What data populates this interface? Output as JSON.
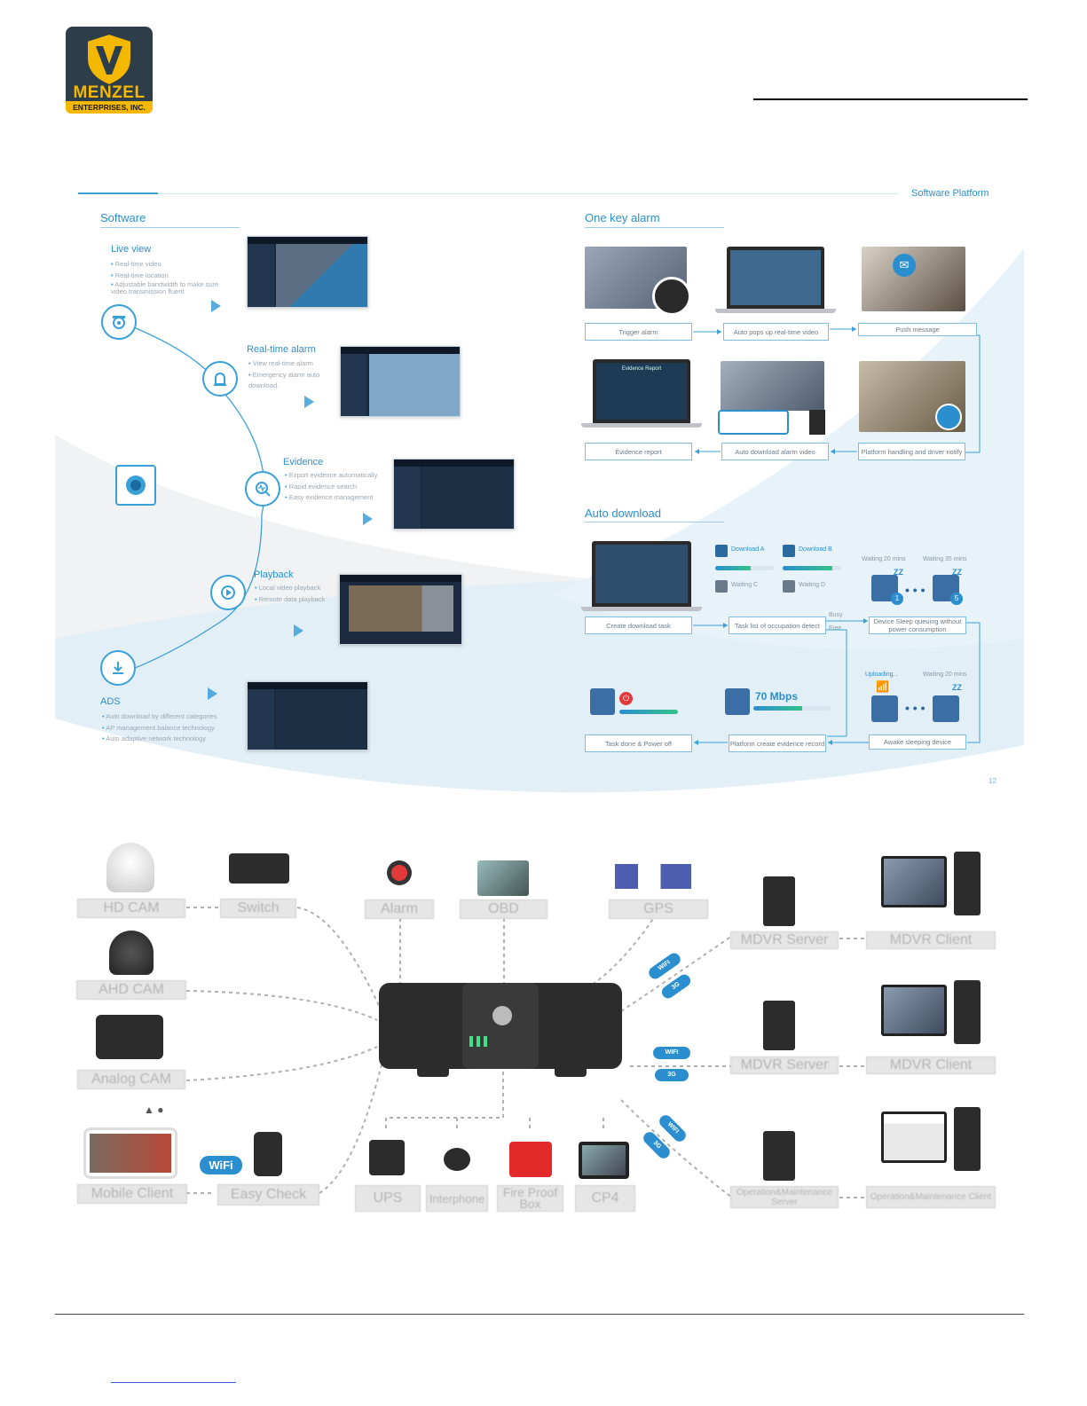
{
  "logo": {
    "name": "MENZEL",
    "sub": "ENTERPRISES, INC."
  },
  "header": {
    "section_label": "Software Platform",
    "page_number": "12"
  },
  "software": {
    "title": "Software",
    "features": [
      {
        "title": "Live view",
        "bullets": [
          "Real-time video",
          "Real-time location",
          "Adjustable bandwidth to make sure video transmission fluent"
        ]
      },
      {
        "title": "Real-time alarm",
        "bullets": [
          "View real-time alarm",
          "Emergency alarm auto download."
        ]
      },
      {
        "title": "Evidence",
        "bullets": [
          "Export evidence automatically",
          "Rapid evidence search",
          "Easy evidence management"
        ]
      },
      {
        "title": "Playback",
        "bullets": [
          "Local video playback",
          "Remote data playback"
        ]
      },
      {
        "title": "ADS",
        "bullets": [
          "Auto download by different categories",
          "AP management balance technology",
          "Auto adaptive network technology"
        ]
      }
    ]
  },
  "one_key_alarm": {
    "title": "One key alarm",
    "steps": [
      "Trigger alarm",
      "Auto pops up real-time video",
      "Push message",
      "Evidence report",
      "Auto download alarm video",
      "Platform handling and driver notify"
    ],
    "report_title": "Evidence Report"
  },
  "auto_download": {
    "title": "Auto download",
    "steps": [
      "Create download task",
      "Task list of occupation detect",
      "Device Sleep queuing without power consumption",
      "Task done & Power off",
      "Platform create evidence record",
      "Awake sleeping device"
    ],
    "tasks": [
      "Download A",
      "Download B",
      "Waiting C",
      "Waiting D"
    ],
    "waiting": [
      "Waiting 20 mins",
      "Waiting 35 mins",
      "Waiting 20 mins"
    ],
    "busy": "Busy",
    "free": "Free",
    "uploading": "Uploading...",
    "speed": "70 Mbps",
    "zz": "ZZ",
    "badges": [
      "1",
      "5"
    ]
  },
  "diagram": {
    "left": [
      "HD CAM",
      "Switch",
      "AHD CAM",
      "Analog CAM",
      "Mobile Client",
      "Easy Check"
    ],
    "top": [
      "Alarm",
      "OBD",
      "GPS"
    ],
    "bottom": [
      "UPS",
      "Interphone",
      "Fire Proof Box",
      "CP4"
    ],
    "right": [
      {
        "server": "MDVR Server",
        "client": "MDVR Client"
      },
      {
        "server": "MDVR Server",
        "client": "MDVR Client"
      },
      {
        "server": "Operation&Maintenance Server",
        "client": "Operation&Maintenance Client"
      }
    ],
    "links": [
      "WIFI",
      "3G",
      "WIFI",
      "3G",
      "WIFI",
      "3G"
    ],
    "wifi_badge": "WiFi"
  },
  "colors": {
    "accent": "#2b8fcf",
    "logo_bg": "#2e3d4a",
    "logo_gold": "#f5b800"
  }
}
